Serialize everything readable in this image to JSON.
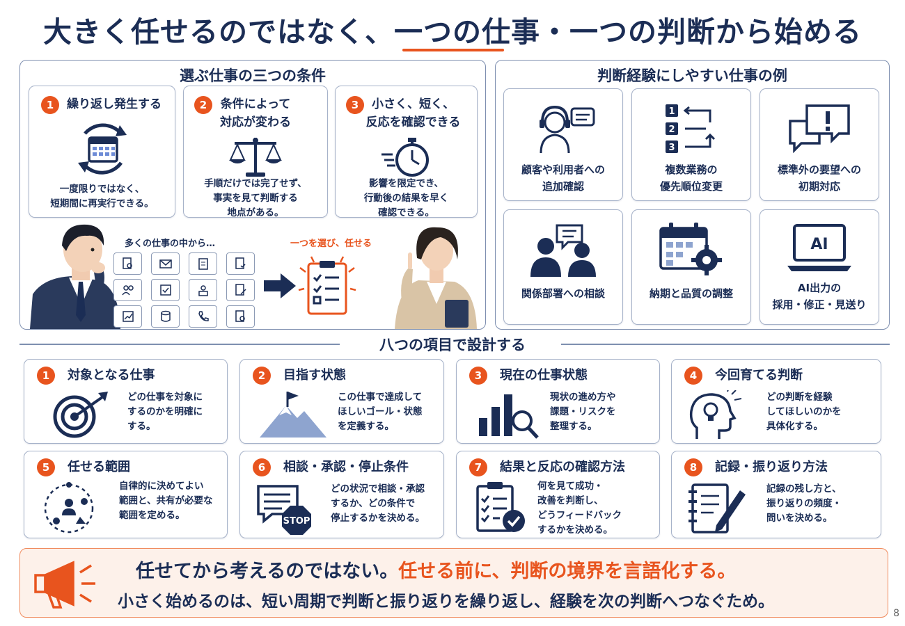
{
  "title": {
    "part1": "大きく任せるのではなく、",
    "part2": "一つの仕事",
    "part3": "・一つの判断から始める"
  },
  "conditions": {
    "heading": "選ぶ仕事の三つの条件",
    "items": [
      {
        "num": "1",
        "title": "繰り返し発生する",
        "desc1": "一度限りではなく、",
        "desc2": "短期間に再実行できる。"
      },
      {
        "num": "2",
        "title1": "条件によって",
        "title2": "対応が変わる",
        "desc1": "手順だけでは完了せず、",
        "desc2": "事実を見て判断する",
        "desc3": "地点がある。"
      },
      {
        "num": "3",
        "title1": "小さく、短く、",
        "title2": "反応を確認できる",
        "desc1": "影響を限定でき、",
        "desc2": "行動後の結果を早く",
        "desc3": "確認できる。"
      }
    ],
    "scene": {
      "many_label": "多くの仕事の中から…",
      "choose_label": "一つを選び、任せる"
    }
  },
  "examples": {
    "heading": "判断経験にしやすい仕事の例",
    "items": [
      {
        "l1": "顧客や利用者への",
        "l2": "追加確認",
        "icon": "headset-chat-icon"
      },
      {
        "l1": "複数業務の",
        "l2": "優先順位変更",
        "icon": "priority-list-icon"
      },
      {
        "l1": "標準外の要望への",
        "l2": "初期対応",
        "icon": "alert-bubbles-icon"
      },
      {
        "l1": "関係部署への相談",
        "l2": "",
        "icon": "people-talk-icon"
      },
      {
        "l1": "納期と品質の調整",
        "l2": "",
        "icon": "calendar-gear-icon"
      },
      {
        "l1": "AI出力の",
        "l2": "採用・修正・見送り",
        "icon": "ai-laptop-icon",
        "ai_text": "AI"
      }
    ]
  },
  "eight": {
    "heading": "八つの項目で設計する",
    "items": [
      {
        "num": "1",
        "title": "対象となる仕事",
        "d1": "どの仕事を対象に",
        "d2": "するのかを明確に",
        "d3": "する。"
      },
      {
        "num": "2",
        "title": "目指す状態",
        "d1": "この仕事で達成して",
        "d2": "ほしいゴール・状態",
        "d3": "を定義する。"
      },
      {
        "num": "3",
        "title": "現在の仕事状態",
        "d1": "現状の進め方や",
        "d2": "課題・リスクを",
        "d3": "整理する。"
      },
      {
        "num": "4",
        "title": "今回育てる判断",
        "d1": "どの判断を経験",
        "d2": "してほしいのかを",
        "d3": "具体化する。"
      },
      {
        "num": "5",
        "title": "任せる範囲",
        "d1": "自律的に決めてよい",
        "d2": "範囲と、共有が必要な",
        "d3": "範囲を定める。"
      },
      {
        "num": "6",
        "title": "相談・承認・停止条件",
        "d1": "どの状況で相談・承認",
        "d2": "するか、どの条件で",
        "d3": "停止するかを決める。",
        "stop": "STOP"
      },
      {
        "num": "7",
        "title": "結果と反応の確認方法",
        "d1": "何を見て成功・",
        "d2": "改善を判断し、",
        "d3": "どうフィードバック",
        "d4": "するかを決める。"
      },
      {
        "num": "8",
        "title": "記録・振り返り方法",
        "d1": "記録の残し方と、",
        "d2": "振り返りの頻度・",
        "d3": "問いを決める。"
      }
    ]
  },
  "bottom": {
    "line1a": "任せてから考えるのではない。",
    "line1b": "任せる前に、判断の境界を言語化する。",
    "line2": "小さく始めるのは、短い周期で判断と振り返りを繰り返し、経験を次の判断へつなぐため。"
  },
  "page_number": "8",
  "colors": {
    "navy": "#1b2d55",
    "orange": "#e8541e",
    "border": "#a6b2c9"
  }
}
